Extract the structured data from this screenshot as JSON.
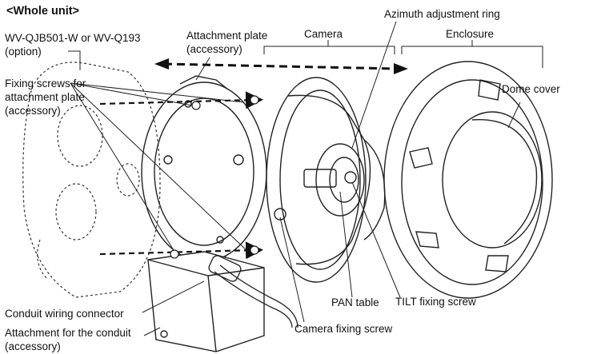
{
  "title": "<Whole unit>",
  "labels": {
    "mount_box": [
      "WV-QJB501-W or WV-Q193",
      "(option)"
    ],
    "fixing_screws": [
      "Fixing screws for",
      "attachment plate",
      "(accessory)"
    ],
    "attachment_plate": [
      "Attachment plate",
      "(accessory)"
    ],
    "camera": "Camera",
    "azimuth_ring": "Azimuth adjustment ring",
    "enclosure": "Enclosure",
    "dome_cover": "Dome cover",
    "conduit_connector": "Conduit wiring connector",
    "conduit_attachment": [
      "Attachment for the conduit",
      "(accessory)"
    ],
    "pan_table": "PAN table",
    "tilt_screw": "TILT fixing screw",
    "camera_fixing_screw": "Camera fixing screw"
  }
}
